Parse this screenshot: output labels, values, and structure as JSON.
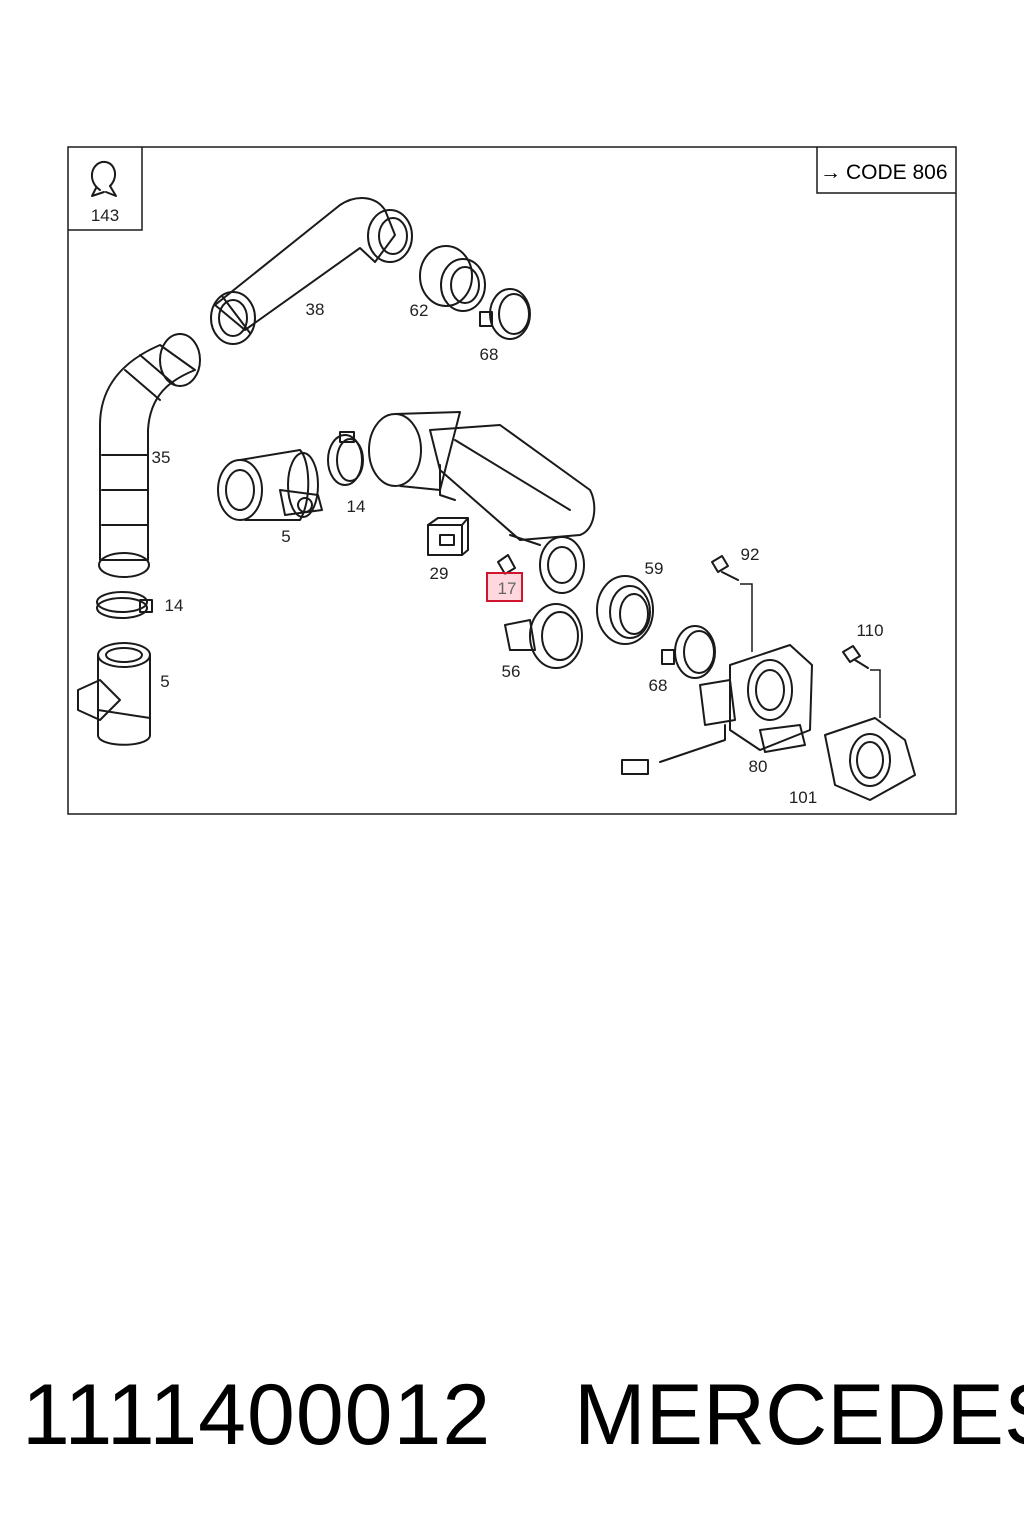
{
  "header_box": {
    "icon": "clip-icon",
    "number": "143"
  },
  "code_box": {
    "arrow": "→",
    "text": "CODE 806"
  },
  "part_labels": {
    "p38": "38",
    "p62": "62",
    "p68a": "68",
    "p35": "35",
    "p5a": "5",
    "p14a": "14",
    "p29": "29",
    "p17": "17",
    "p59": "59",
    "p92": "92",
    "p14b": "14",
    "p56": "56",
    "p68b": "68",
    "p110": "110",
    "p5b": "5",
    "p80": "80",
    "p101": "101"
  },
  "highlight": {
    "part": "17",
    "color": "#d2152e"
  },
  "footer": {
    "part_number": "1111400012",
    "brand": "MERCEDES"
  }
}
